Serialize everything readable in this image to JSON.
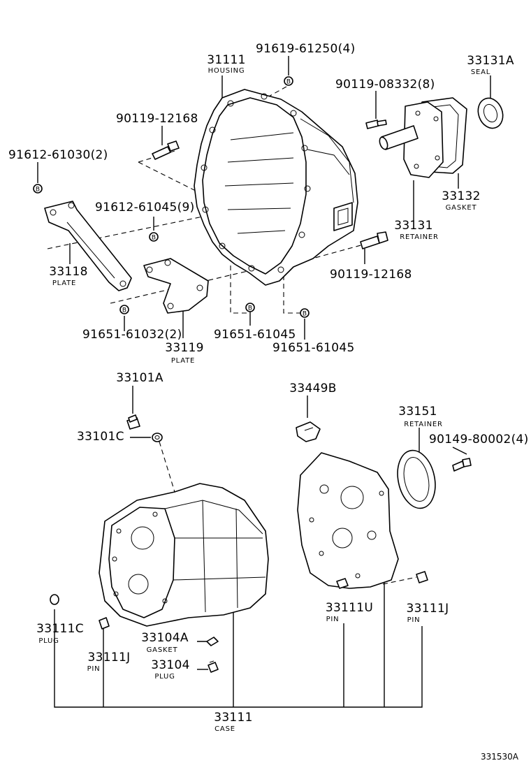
{
  "labels": {
    "housing_num": "31111",
    "housing_sub": "HOUSING",
    "bolt_31111": "91619-61250(4)",
    "seal_num": "33131A",
    "seal_sub": "SEAL",
    "bolt_retainer": "90119-08332(8)",
    "bolt_12168_top": "90119-12168",
    "bolt_61030": "91612-61030(2)",
    "bolt_61045": "91612-61045(9)",
    "gasket_num": "33132",
    "gasket_sub": "GASKET",
    "retainer_num": "33131",
    "retainer_sub": "RETAINER",
    "bolt_12168_bottom": "90119-12168",
    "plate1_num": "33118",
    "plate1_sub": "PLATE",
    "bolt_61032": "91651-61032(2)",
    "plate2_num": "33119",
    "plate2_sub": "PLATE",
    "bolt_61045_a": "91651-61045",
    "bolt_61045_b": "91651-61045",
    "plug_a_num": "33101A",
    "gasket_c_num": "33101C",
    "sensor_num": "33449B",
    "retainer2_num": "33151",
    "retainer2_sub": "RETAINER",
    "bolt_80002": "90149-80002(4)",
    "plug_c_num": "33111C",
    "plug_c_sub": "PLUG",
    "gasket_a_num": "33104A",
    "gasket_a_sub": "GASKET",
    "pin_j_left_num": "33111J",
    "pin_j_left_sub": "PIN",
    "plug_num": "33104",
    "plug_sub": "PLUG",
    "pin_u_num": "33111U",
    "pin_u_sub": "PIN",
    "pin_j_right_num": "33111J",
    "pin_j_right_sub": "PIN",
    "case_num": "33111",
    "case_sub": "CASE",
    "bolt_marker": "B",
    "figure_id": "331530A"
  }
}
